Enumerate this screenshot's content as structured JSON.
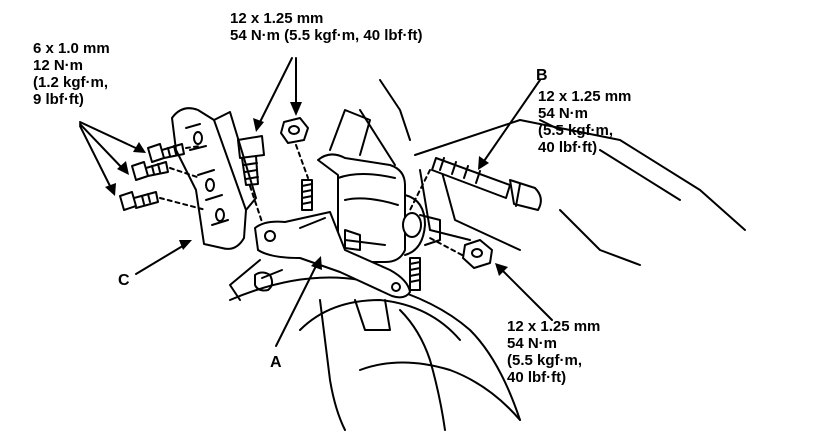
{
  "callouts": {
    "top_center": {
      "lines": [
        "12 x 1.25 mm",
        "54 N·m (5.5 kgf·m, 40 lbf·ft)"
      ]
    },
    "top_left": {
      "lines": [
        "6 x 1.0 mm",
        "12 N·m",
        "(1.2 kgf·m,",
        "9 lbf·ft)"
      ]
    },
    "right_b": {
      "letter": "B",
      "lines": [
        "12 x 1.25 mm",
        "54 N·m",
        "(5.5 kgf·m,",
        "40 lbf·ft)"
      ]
    },
    "bottom_right": {
      "lines": [
        "12 x 1.25 mm",
        "54 N·m",
        "(5.5 kgf·m,",
        "40 lbf·ft)"
      ]
    }
  },
  "parts": {
    "a": "A",
    "c": "C"
  }
}
